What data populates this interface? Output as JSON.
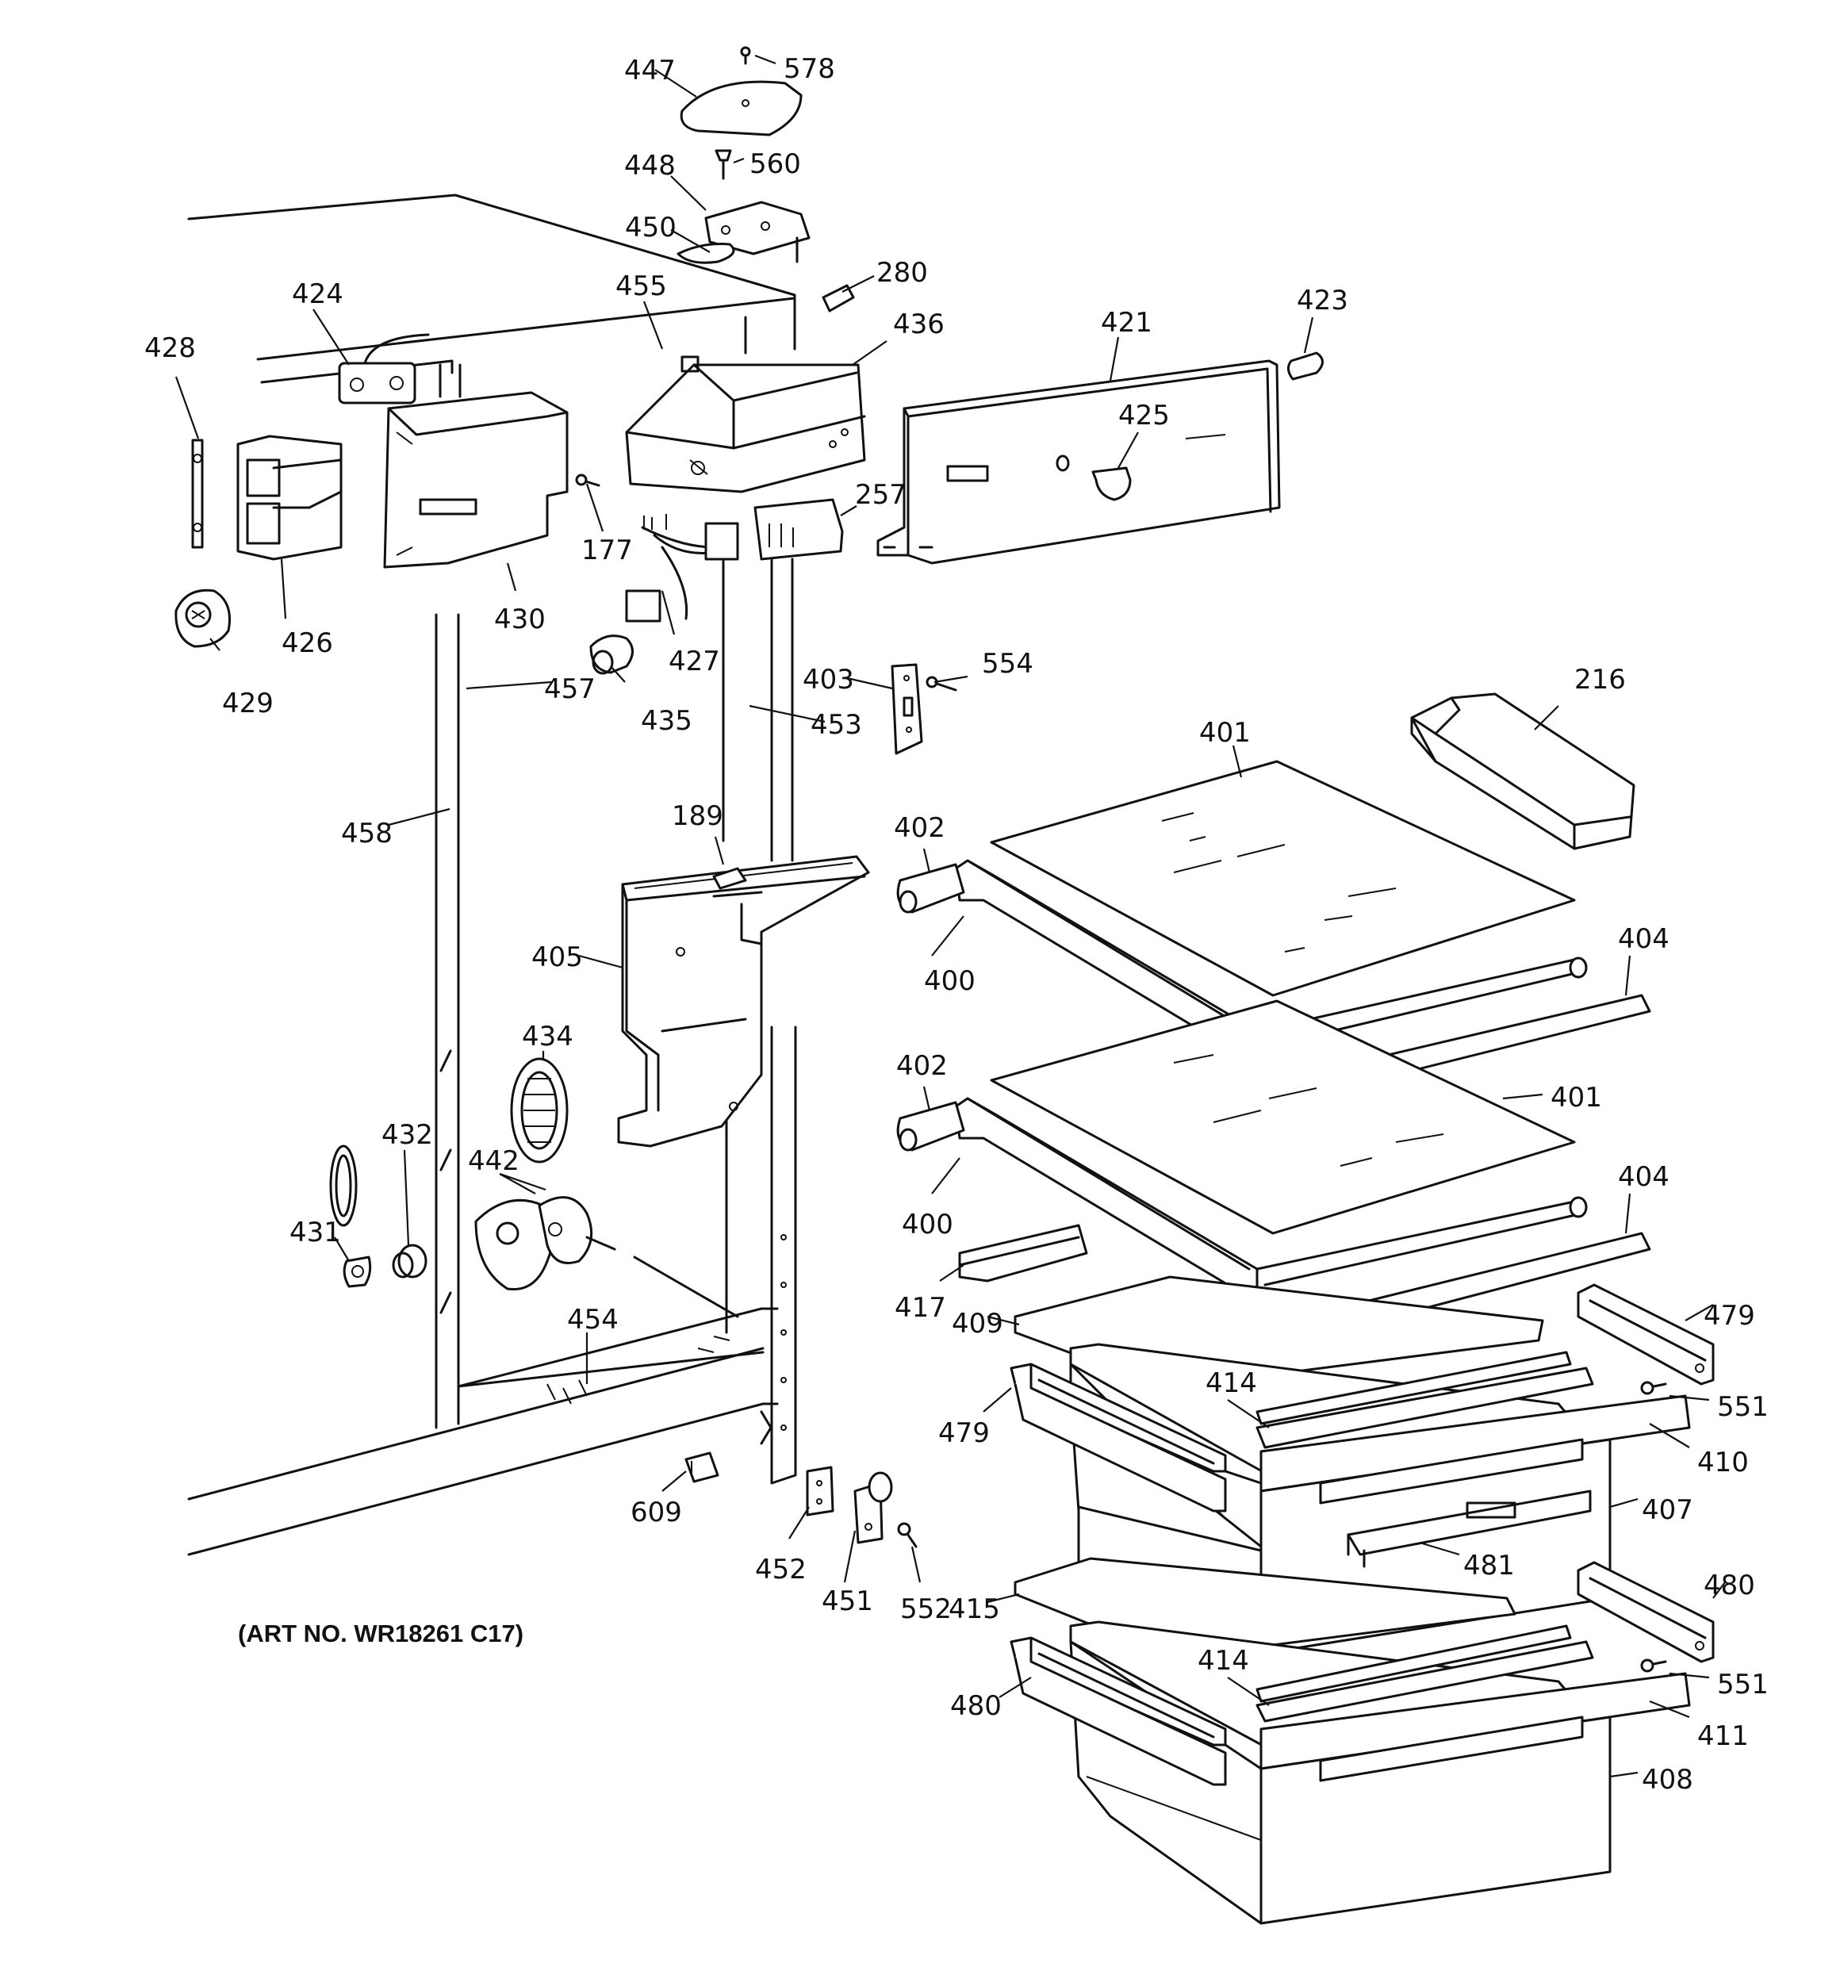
{
  "diagram": {
    "caption": "(ART NO. WR18261 C17)",
    "callouts": [
      "447",
      "578",
      "448",
      "560",
      "450",
      "280",
      "424",
      "455",
      "436",
      "421",
      "423",
      "428",
      "425",
      "257",
      "177",
      "430",
      "426",
      "427",
      "429",
      "457",
      "435",
      "403",
      "554",
      "453",
      "216",
      "401",
      "458",
      "189",
      "402",
      "404",
      "400",
      "405",
      "434",
      "401",
      "402",
      "404",
      "432",
      "442",
      "431",
      "400",
      "417",
      "479",
      "409",
      "454",
      "414",
      "551",
      "479",
      "410",
      "407",
      "609",
      "481",
      "452",
      "451",
      "552",
      "415",
      "480",
      "414",
      "551",
      "411",
      "480",
      "408"
    ]
  }
}
